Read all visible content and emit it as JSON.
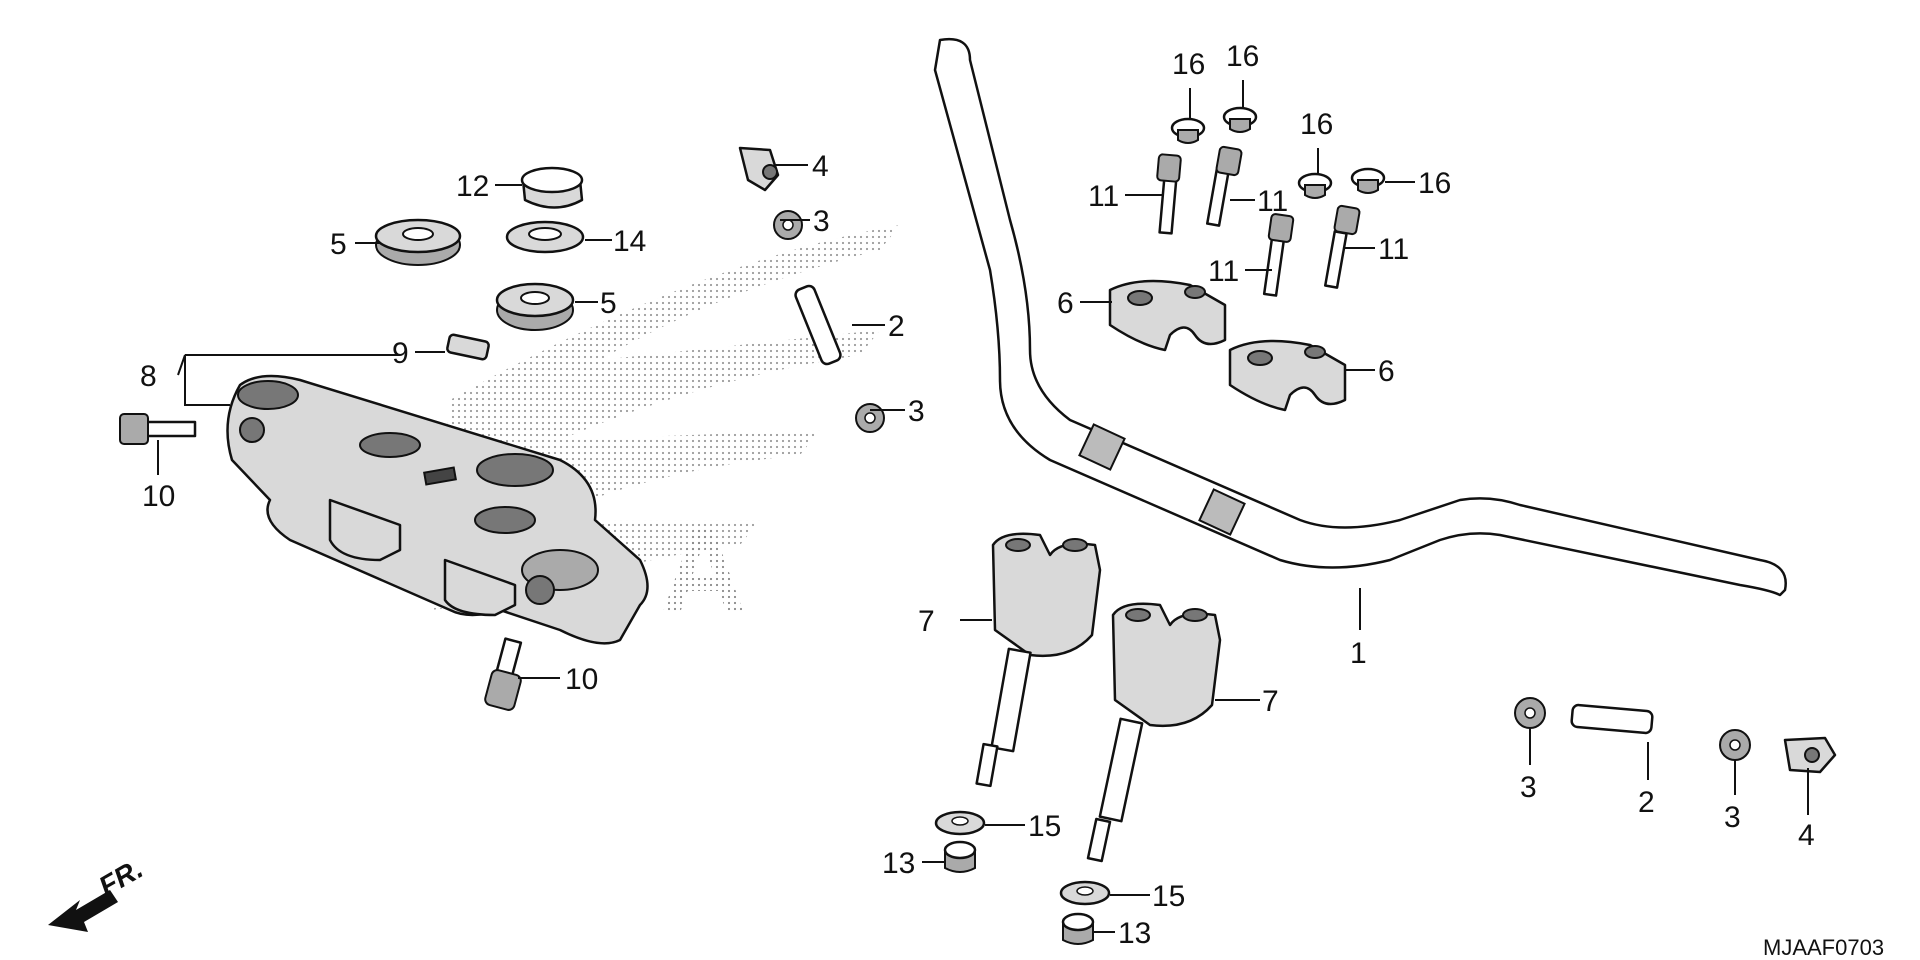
{
  "diagram": {
    "code": "MJAAF0703",
    "front_label": "FR.",
    "callouts": [
      {
        "id": "c1",
        "label": "1"
      },
      {
        "id": "c2a",
        "label": "2"
      },
      {
        "id": "c2b",
        "label": "2"
      },
      {
        "id": "c3a",
        "label": "3"
      },
      {
        "id": "c3b",
        "label": "3"
      },
      {
        "id": "c3c",
        "label": "3"
      },
      {
        "id": "c3d",
        "label": "3"
      },
      {
        "id": "c4a",
        "label": "4"
      },
      {
        "id": "c4b",
        "label": "4"
      },
      {
        "id": "c5a",
        "label": "5"
      },
      {
        "id": "c5b",
        "label": "5"
      },
      {
        "id": "c6a",
        "label": "6"
      },
      {
        "id": "c6b",
        "label": "6"
      },
      {
        "id": "c7a",
        "label": "7"
      },
      {
        "id": "c7b",
        "label": "7"
      },
      {
        "id": "c8",
        "label": "8"
      },
      {
        "id": "c9",
        "label": "9"
      },
      {
        "id": "c10a",
        "label": "10"
      },
      {
        "id": "c10b",
        "label": "10"
      },
      {
        "id": "c11a",
        "label": "11"
      },
      {
        "id": "c11b",
        "label": "11"
      },
      {
        "id": "c11c",
        "label": "11"
      },
      {
        "id": "c11d",
        "label": "11"
      },
      {
        "id": "c12",
        "label": "12"
      },
      {
        "id": "c13a",
        "label": "13"
      },
      {
        "id": "c13b",
        "label": "13"
      },
      {
        "id": "c14",
        "label": "14"
      },
      {
        "id": "c15a",
        "label": "15"
      },
      {
        "id": "c15b",
        "label": "15"
      },
      {
        "id": "c16a",
        "label": "16"
      },
      {
        "id": "c16b",
        "label": "16"
      },
      {
        "id": "c16c",
        "label": "16"
      },
      {
        "id": "c16d",
        "label": "16"
      }
    ]
  }
}
